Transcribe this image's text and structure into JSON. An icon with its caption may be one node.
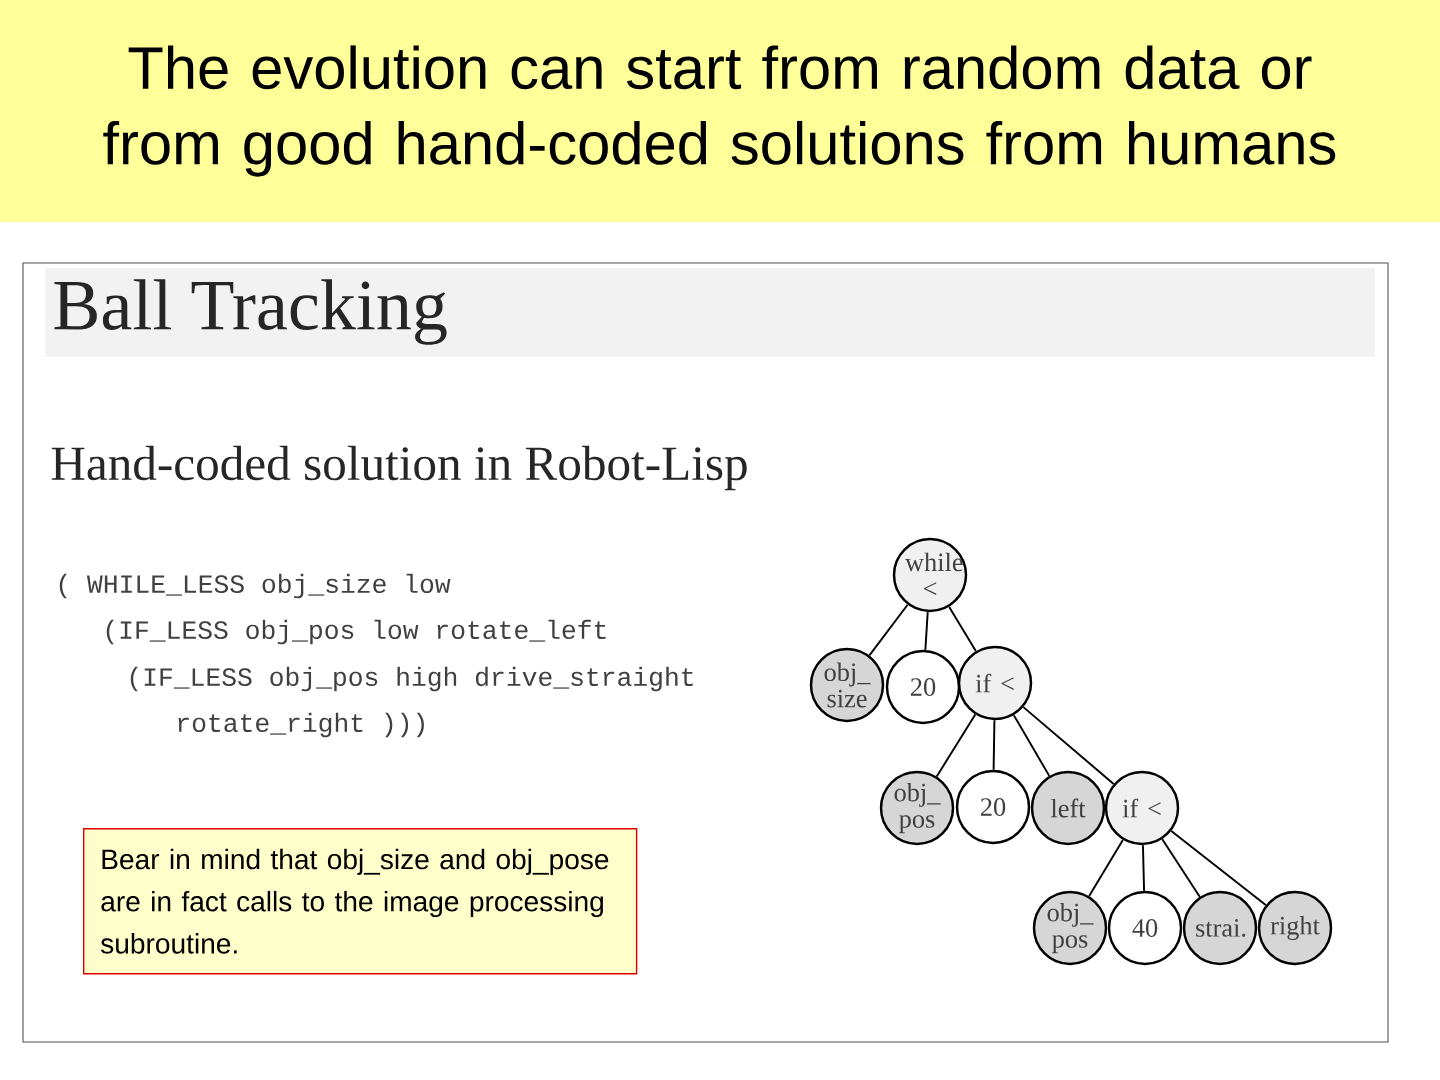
{
  "diagram": {
    "title": "The evolution can start from random data or from good hand-coded solutions from humans",
    "nodes": [
      {
        "text": [
          "while <"
        ]
      },
      {
        "text": [
          "obj_ size"
        ]
      },
      {
        "text": [
          "20"
        ]
      },
      {
        "text": [
          "if <"
        ]
      },
      {
        "text": [
          "obj_ pos"
        ]
      },
      {
        "text": [
          "20"
        ]
      },
      {
        "text": [
          "left"
        ]
      },
      {
        "text": [
          "if <"
        ]
      },
      {
        "text": [
          "obj_ pos"
        ]
      },
      {
        "text": [
          "40"
        ]
      },
      {
        "text": [
          "strai."
        ]
      },
      {
        "text": [
          "right"
        ]
      },
      {
        "text": [
          "Bear in mind that obj_size and obj_pose are in fact calls to the image processing subroutine."
        ]
      }
    ],
    "edges": [
      {
        "from": 0,
        "to": 1,
        "arrow": "none"
      },
      {
        "from": 0,
        "to": 2,
        "arrow": "none"
      },
      {
        "from": 0,
        "to": 3,
        "arrow": "none"
      },
      {
        "from": 3,
        "to": 4,
        "arrow": "none"
      },
      {
        "from": 3,
        "to": 5,
        "arrow": "none"
      },
      {
        "from": 3,
        "to": 6,
        "arrow": "none"
      },
      {
        "from": 3,
        "to": 7,
        "arrow": "none"
      },
      {
        "from": 7,
        "to": 8,
        "arrow": "none"
      },
      {
        "from": 7,
        "to": 9,
        "arrow": "none"
      },
      {
        "from": 7,
        "to": 10,
        "arrow": "none"
      },
      {
        "from": 7,
        "to": 11,
        "arrow": "none"
      }
    ],
    "labels": [
      "Ball Tracking",
      "Hand-coded solution in Robot-Lisp",
      "( WHILE_LESS obj_size low",
      "(IF_LESS obj_pos low rotate_left",
      "(IF_LESS obj_pos high drive_straight",
      "rotate_right )))"
    ]
  }
}
